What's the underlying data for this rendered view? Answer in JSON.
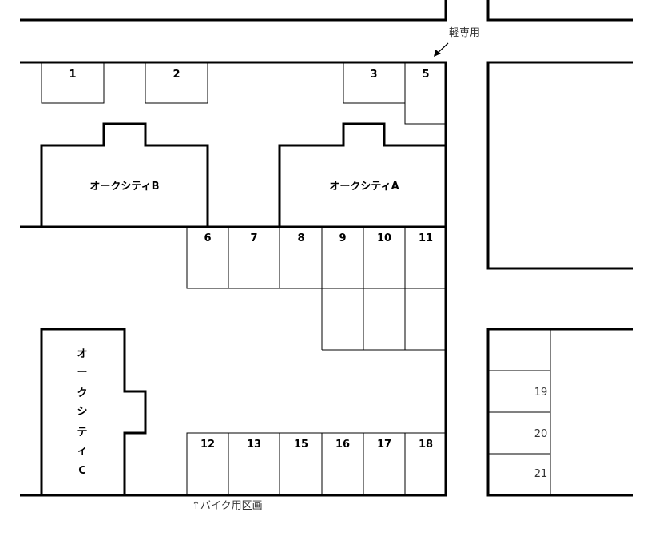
{
  "notes": {
    "kei_only": "軽専用",
    "bike_area": "↑バイク用区画"
  },
  "buildings": {
    "a": "オークシティA",
    "b": "オークシティB",
    "c": [
      "オ",
      "ー",
      "ク",
      "シ",
      "テ",
      "ィ",
      "C"
    ]
  },
  "spaces": {
    "top": [
      "1",
      "2",
      "3",
      "5"
    ],
    "middle": [
      "6",
      "7",
      "8",
      "9",
      "10",
      "11"
    ],
    "bottom": [
      "12",
      "13",
      "15",
      "16",
      "17",
      "18"
    ],
    "right": [
      "19",
      "20",
      "21"
    ]
  }
}
